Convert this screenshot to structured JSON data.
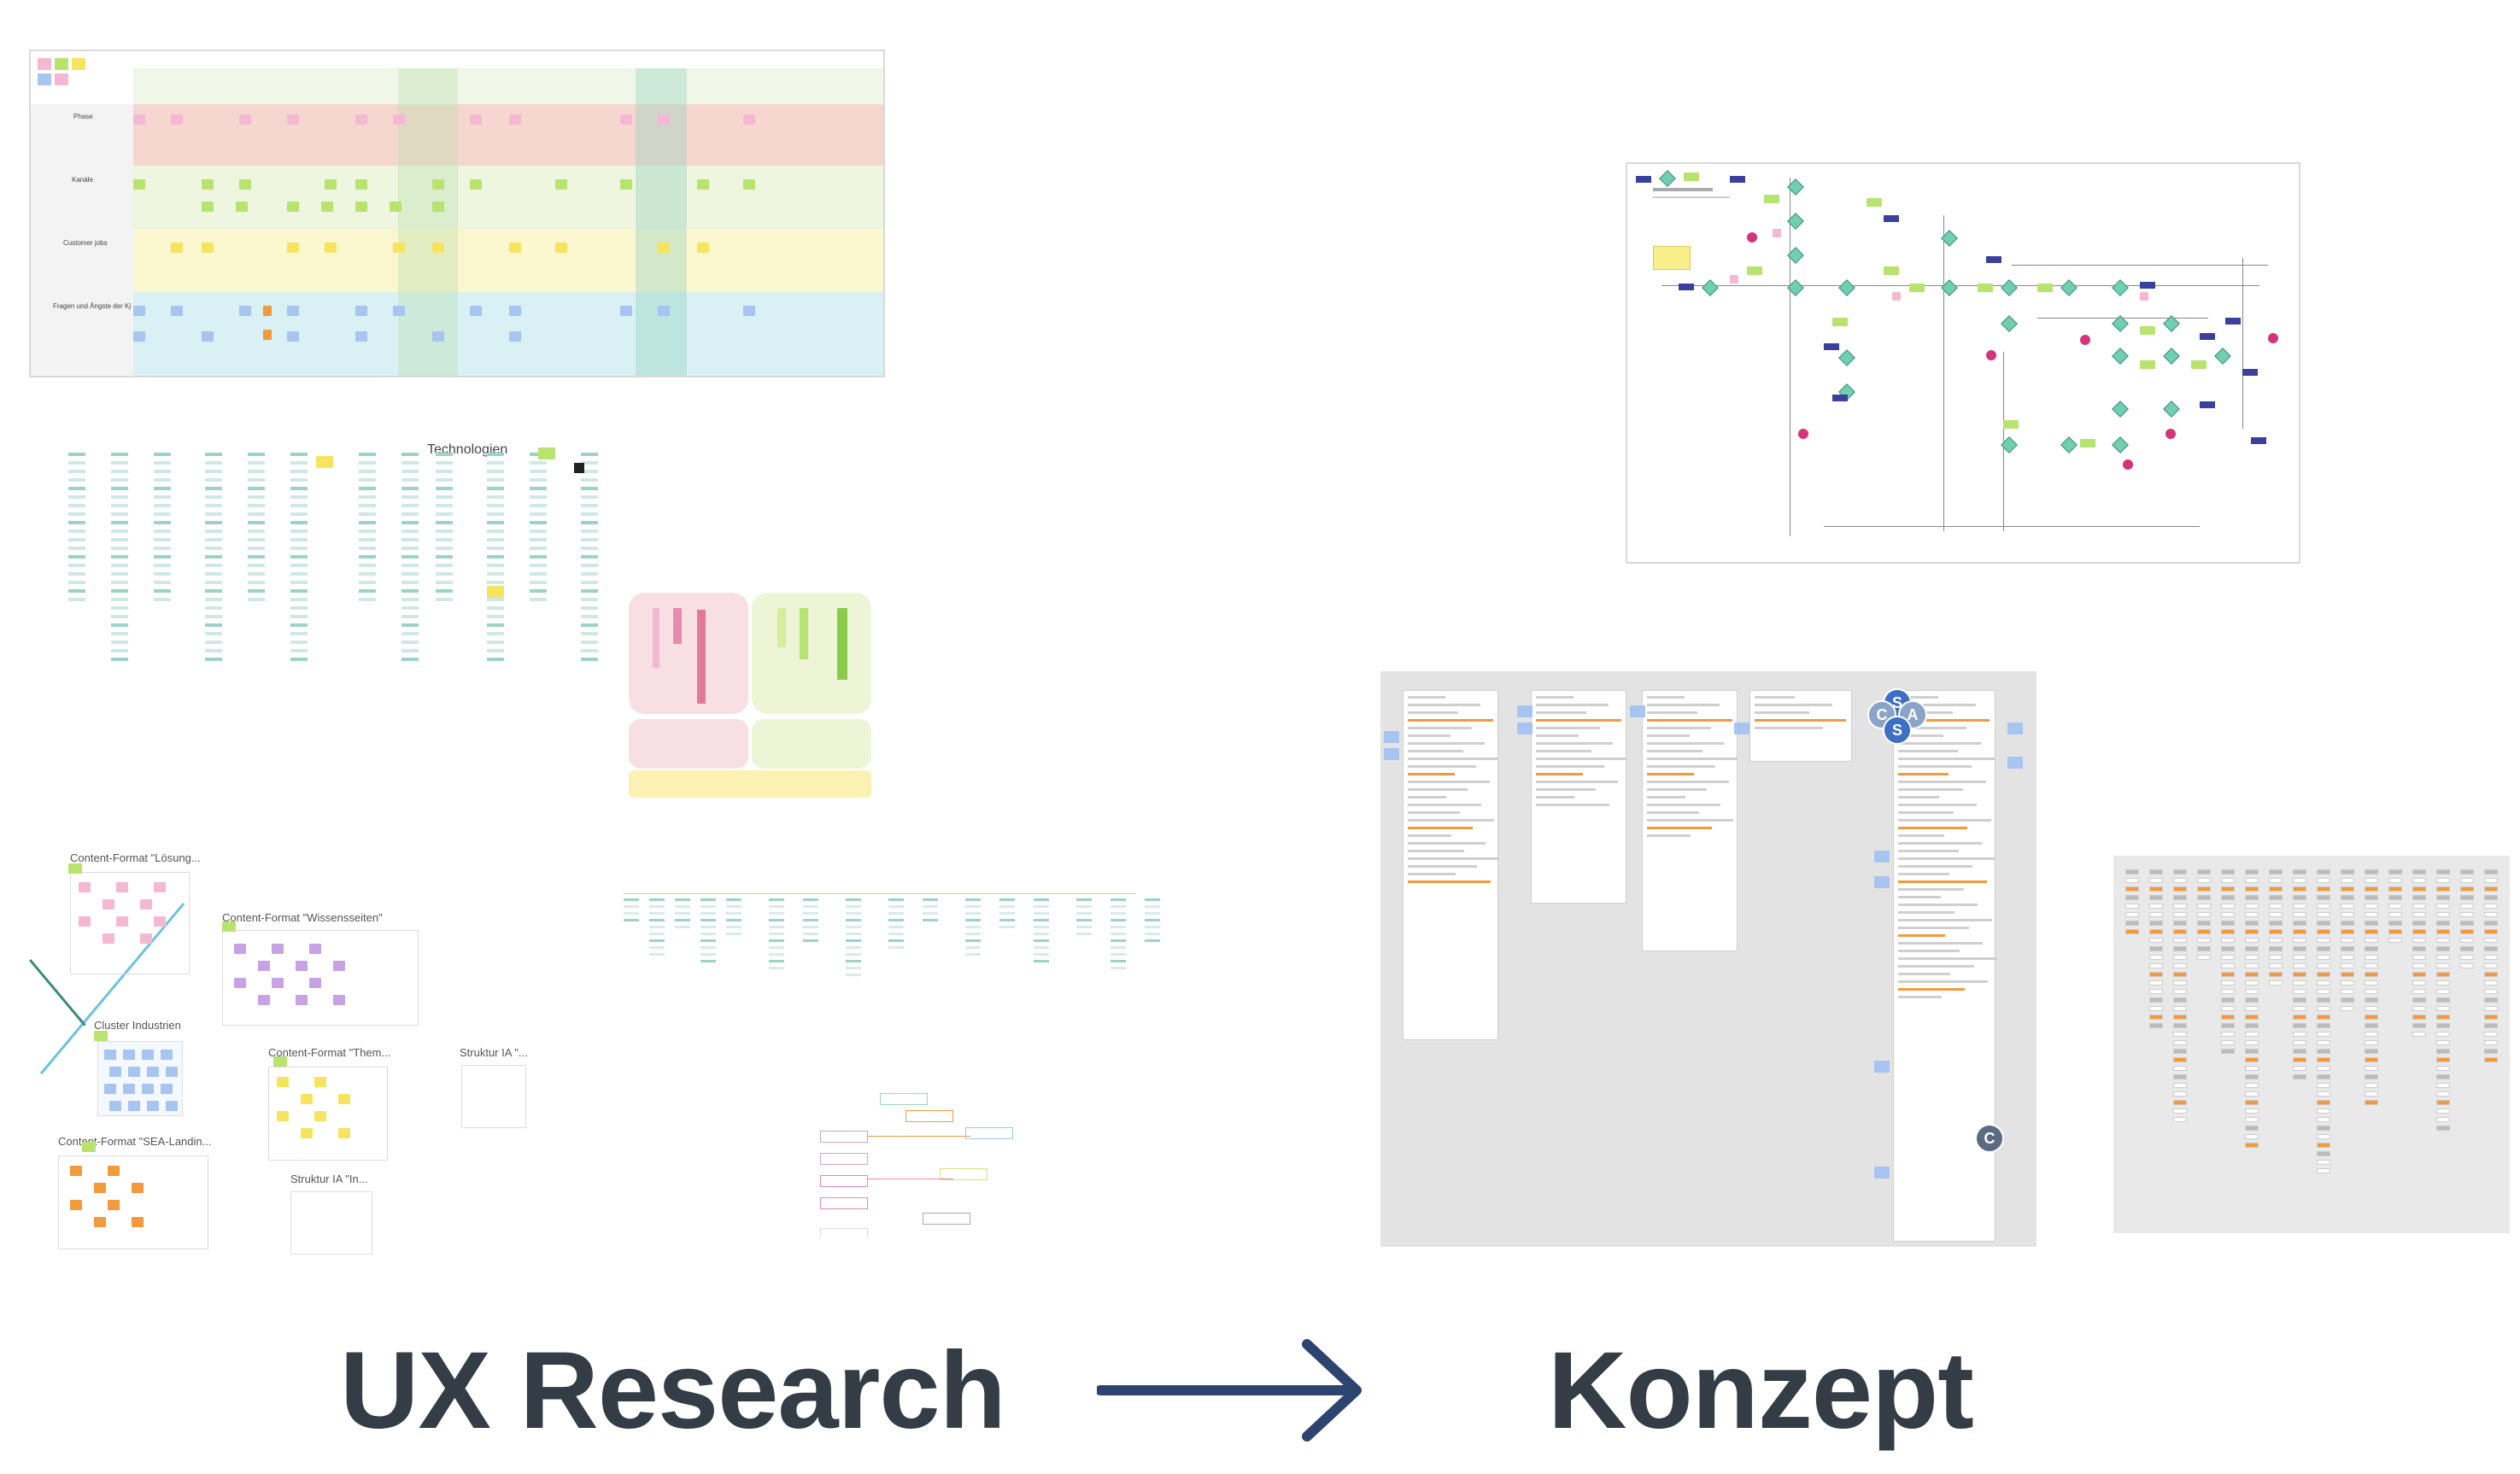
{
  "headline": {
    "left": "UX Research",
    "right": "Konzept"
  },
  "research_board": {
    "lanes": [
      "Phase",
      "Kanäle",
      "Customer jobs",
      "Fragen und Ängste der Kj"
    ],
    "clusters": {
      "technologies": "Technologien",
      "content_losung": "Content-Format \"Lösung...",
      "content_wissen": "Content-Format \"Wissensseiten\"",
      "cluster_industrie": "Cluster Industrien",
      "content_them": "Content-Format \"Them...",
      "struktur_ia_1": "Struktur IA \"...",
      "content_sea": "Content-Format \"SEA-Landin...",
      "struktur_ia_2": "Struktur IA \"In..."
    }
  },
  "collaborators": [
    "S",
    "C",
    "A",
    "S",
    "C"
  ],
  "colors": {
    "heading": "#343c45",
    "arrow": "#2e4470",
    "sticky_pink": "#f5b8d2",
    "sticky_green": "#b7e36e",
    "sticky_yellow": "#f6e45f",
    "sticky_blue": "#a8c4f0",
    "sticky_orange": "#f39a3c",
    "avatar": "#3d6fc4"
  },
  "icons": [
    "arrow-right-icon"
  ]
}
